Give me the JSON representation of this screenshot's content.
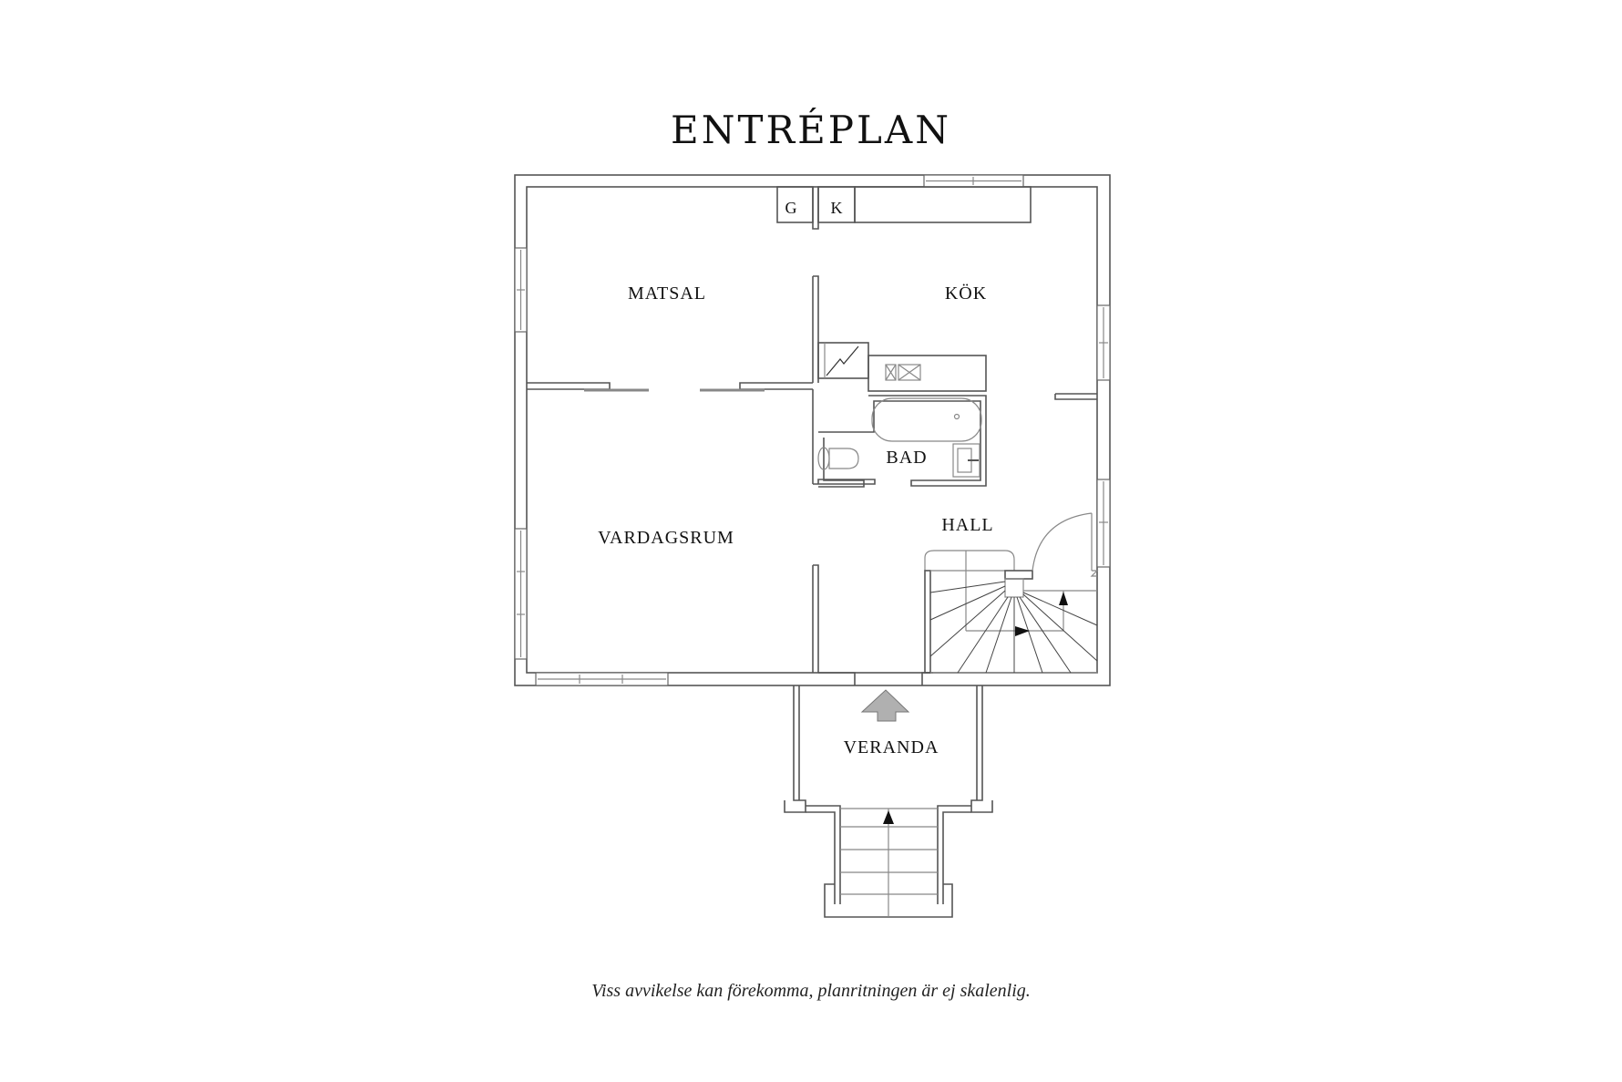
{
  "title": "ENTRÉPLAN",
  "footer_note": "Viss avvikelse kan förekomma, planritningen är ej skalenlig.",
  "rooms": {
    "matsal": "MATSAL",
    "kok": "KÖK",
    "bad": "BAD",
    "hall": "HALL",
    "vardagsrum": "VARDAGSRUM",
    "veranda": "VERANDA"
  },
  "fixtures": {
    "freezer": "G",
    "fridge": "K"
  },
  "colors": {
    "wall": "#555555",
    "entry_arrow": "#b0b0b0",
    "text": "#111111"
  }
}
